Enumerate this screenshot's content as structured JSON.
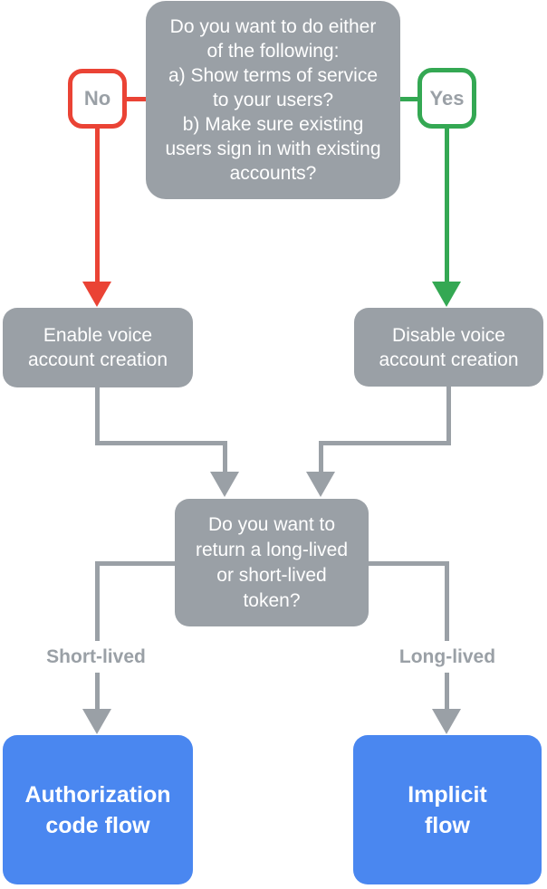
{
  "colors": {
    "gray": "#9AA0A6",
    "red": "#EA4335",
    "green": "#34A853",
    "blue": "#4A87F0",
    "node_text": "#FFFFFF",
    "label_text": "#9AA0A6",
    "background": "#FFFFFF"
  },
  "flowchart": {
    "root_question": "Do you want to do either\nof the following:\na) Show terms of service\nto your users?\nb) Make sure existing\nusers sign in with existing\naccounts?",
    "branch_no": "No",
    "branch_yes": "Yes",
    "enable_node": "Enable voice\naccount creation",
    "disable_node": "Disable voice\naccount creation",
    "token_question": "Do you want to\nreturn a long-lived\nor short-lived\ntoken?",
    "branch_short_lived": "Short-lived",
    "branch_long_lived": "Long-lived",
    "result_auth_code": "Authorization\ncode flow",
    "result_implicit": "Implicit\nflow"
  }
}
